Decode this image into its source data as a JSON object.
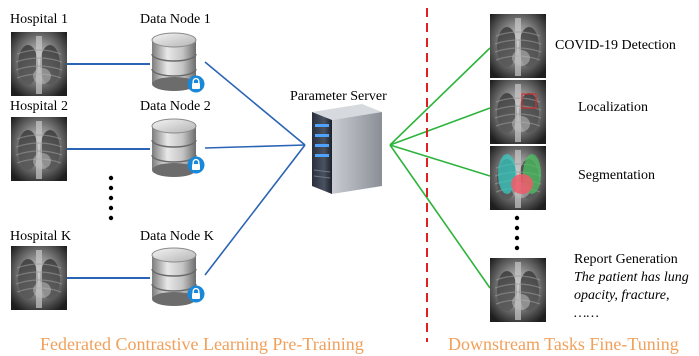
{
  "hospitals": [
    {
      "label": "Hospital 1"
    },
    {
      "label": "Hospital 2"
    },
    {
      "label": "Hospital K"
    }
  ],
  "data_nodes": [
    {
      "label": "Data Node 1"
    },
    {
      "label": "Data Node 2"
    },
    {
      "label": "Data Node K"
    }
  ],
  "server": {
    "label": "Parameter Server"
  },
  "tasks": [
    {
      "label": "COVID-19 Detection"
    },
    {
      "label": "Localization"
    },
    {
      "label": "Segmentation"
    },
    {
      "label": "Report Generation"
    }
  ],
  "report_text": {
    "line1": "The patient has lung",
    "line2": "opacity, fracture,",
    "line3": "……"
  },
  "captions": {
    "left": "Federated Contrastive Learning Pre-Training",
    "right": "Downstream Tasks Fine-Tuning"
  },
  "colors": {
    "hospital_link": "#2a64b4",
    "task_link": "#2db43c",
    "divider": "#e02020",
    "caption": "#f0a05a",
    "lock_badge": "#1a88d8"
  },
  "icons": {
    "xray": "chest-xray-icon",
    "database": "database-icon",
    "lock": "lock-icon",
    "server": "server-icon"
  }
}
